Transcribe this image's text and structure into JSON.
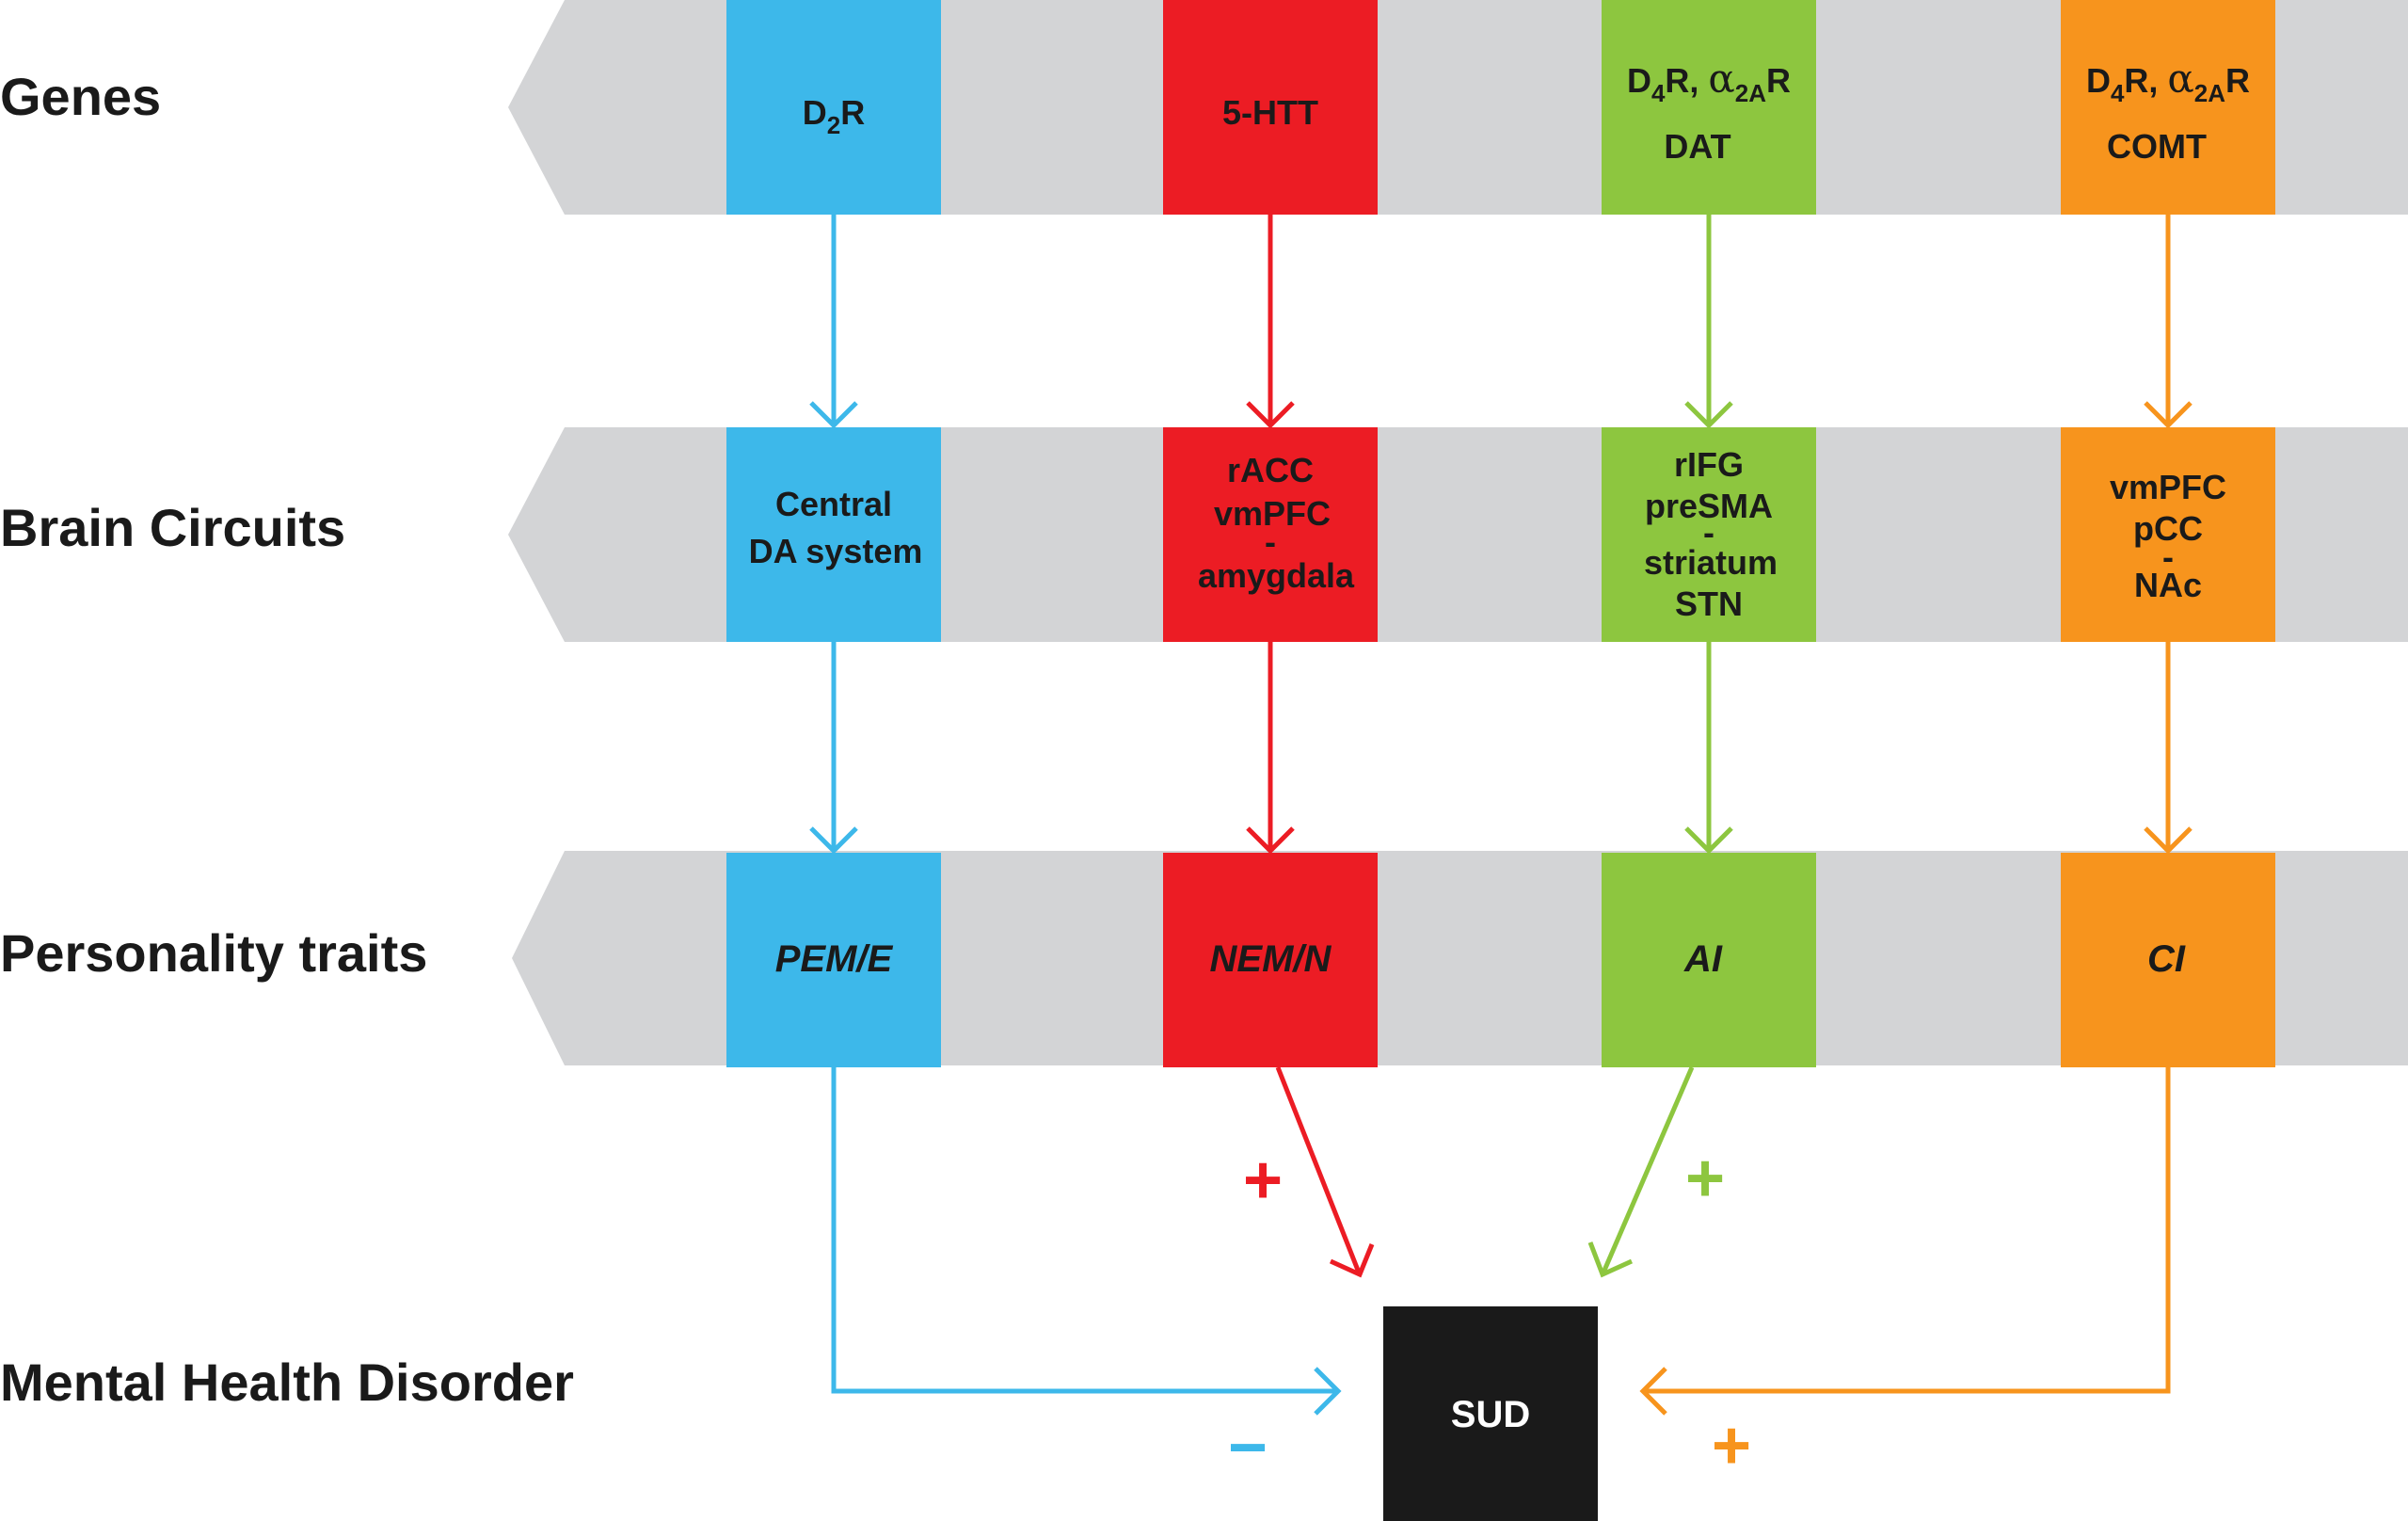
{
  "rows": {
    "genes": "Genes",
    "brain": "Brain Circuits",
    "traits": "Personality traits",
    "disorder": "Mental Health Disorder"
  },
  "colors": {
    "band": "#d3d4d6",
    "blue": "#3db8ea",
    "red": "#ec1c24",
    "green": "#8dc63f",
    "orange": "#f7941d",
    "outcome": "#1a1a1a"
  },
  "genes": {
    "blue": {
      "base": "D",
      "sub": "2",
      "tail": "R"
    },
    "red": {
      "text": "5-HTT"
    },
    "green": {
      "d": "D",
      "dsub": "4",
      "r": "R,",
      "alpha": "α",
      "asub": "2A",
      "ar": "R",
      "line2": "DAT"
    },
    "orange": {
      "d": "D",
      "dsub": "4",
      "r": "R,",
      "alpha": "α",
      "asub": "2A",
      "ar": "R",
      "line2": "COMT"
    }
  },
  "circuits": {
    "blue": [
      "Central",
      "DA system"
    ],
    "red": [
      "rACC",
      "vmPFC",
      "-",
      "amygdala"
    ],
    "green": [
      "rIFG",
      "preSMA",
      "-",
      "striatum",
      "STN"
    ],
    "orange": [
      "vmPFC",
      "pCC",
      "-",
      "NAc"
    ]
  },
  "traits": {
    "blue": "PEM/E",
    "red": "NEM/N",
    "green": "AI",
    "orange": "CI"
  },
  "outcome": {
    "label": "SUD"
  },
  "signs": {
    "blue": "−",
    "red": "+",
    "green": "+",
    "orange": "+"
  }
}
